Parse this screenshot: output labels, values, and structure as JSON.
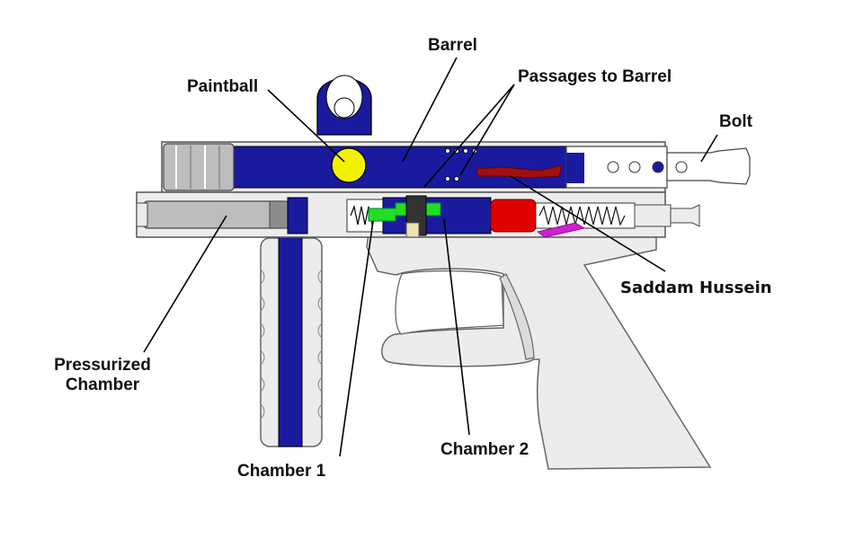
{
  "labels": {
    "barrel": "Barrel",
    "paintball": "Paintball",
    "passages": "Passages to Barrel",
    "bolt": "Bolt",
    "saddam": "Saddam Hussein",
    "pressurized_line1": "Pressurized",
    "pressurized_line2": "Chamber",
    "chamber1": "Chamber 1",
    "chamber2": "Chamber 2"
  },
  "colors": {
    "blue": "#1a1a9e",
    "outline": "#555555",
    "body_fill": "#ececec",
    "yellow": "#f2f200",
    "green": "#22dd22",
    "red": "#e00000",
    "dark_red": "#a01010",
    "magenta": "#d020d0",
    "pin": "#f0e0b0"
  }
}
